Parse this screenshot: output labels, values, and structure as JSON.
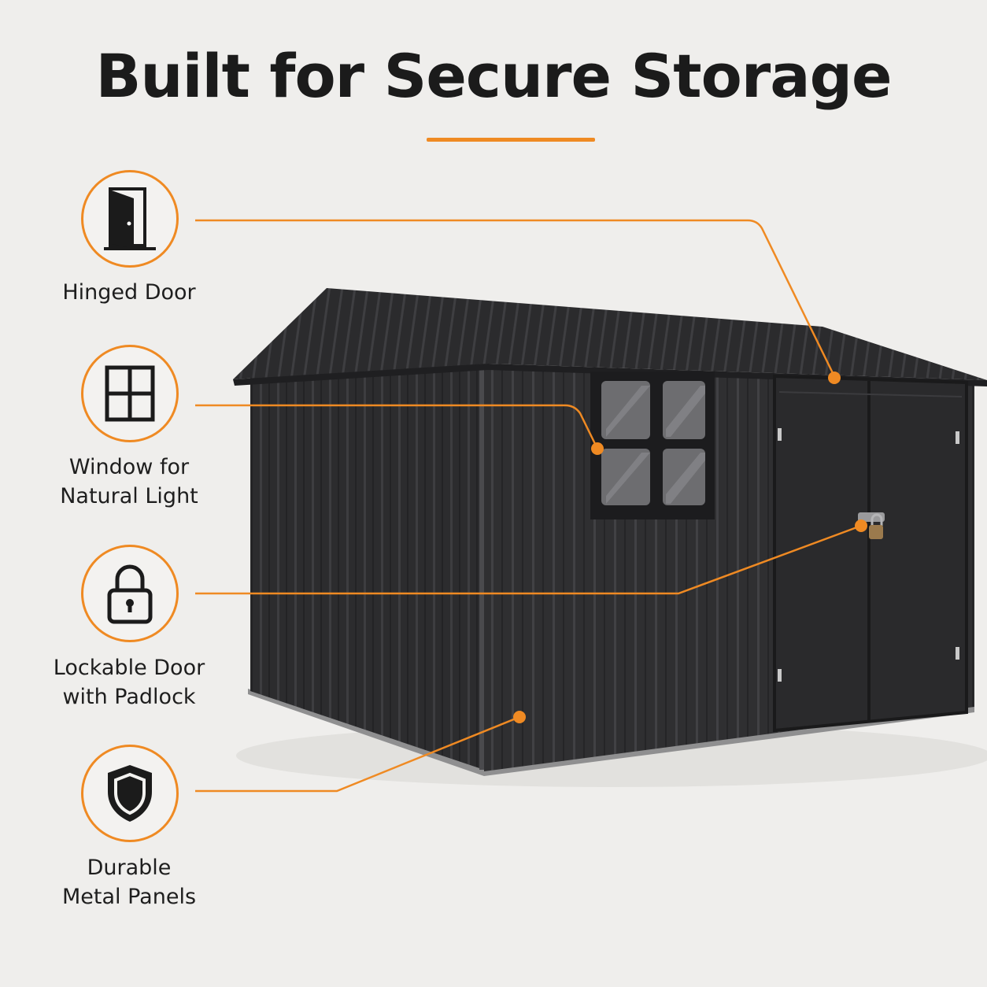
{
  "header": {
    "title": "Built for Secure Storage"
  },
  "accent_color": "#ef8a23",
  "shed_color": "#2f2f31",
  "features": [
    {
      "icon": "door-icon",
      "label_lines": [
        "Hinged Door"
      ]
    },
    {
      "icon": "window-icon",
      "label_lines": [
        "Window for",
        "Natural Light"
      ]
    },
    {
      "icon": "padlock-icon",
      "label_lines": [
        "Lockable Door",
        "with Padlock"
      ]
    },
    {
      "icon": "shield-icon",
      "label_lines": [
        "Durable",
        "Metal Panels"
      ]
    }
  ]
}
